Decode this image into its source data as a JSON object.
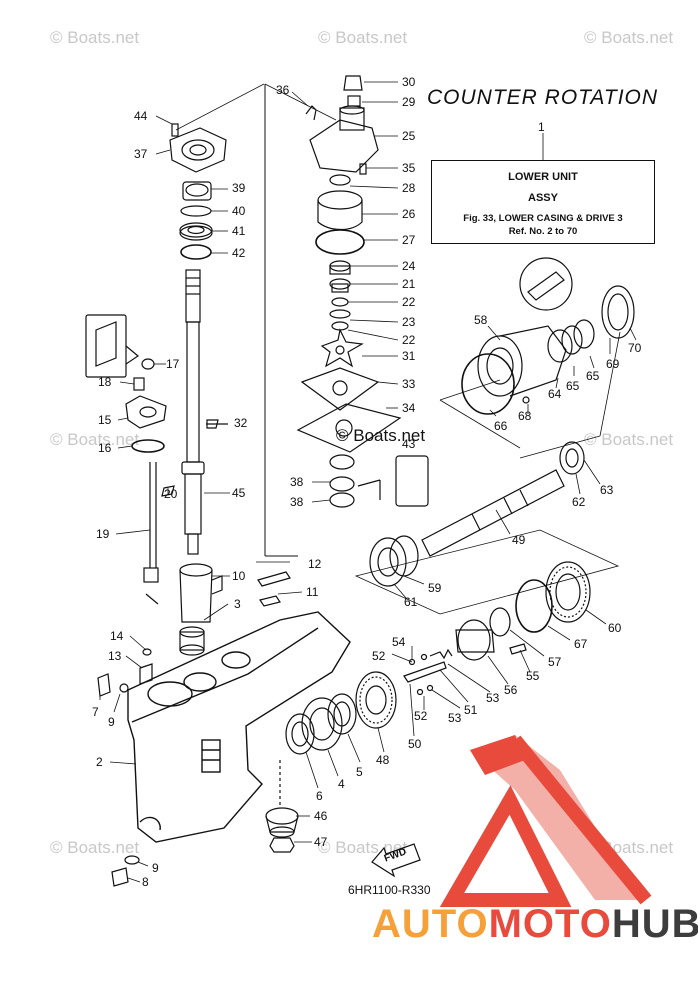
{
  "title": "COUNTER  ROTATION",
  "watermarks": [
    "© Boats.net",
    "© Boats.net",
    "© Boats.net",
    "© Boats.net",
    "© Boats.net",
    "© Boats.net",
    "© Boats.net",
    "© Boats.net"
  ],
  "center_watermark": "© Boats.net",
  "reference_box": {
    "part_no": "1",
    "line1": "LOWER UNIT",
    "line2": "ASSY",
    "line3": "Fig. 33, LOWER CASING & DRIVE 3",
    "line4": "Ref. No. 2 to 70"
  },
  "drawing_code": "6HR1100-R330",
  "fwd_label": "FWD",
  "brand": {
    "part1": "AUTO",
    "part2": "MOTO",
    "part3": "HUB"
  },
  "colors": {
    "logo_red": "#e84a3c",
    "logo_pink": "#f2b0a8",
    "logo_orange": "#f6a03a",
    "logo_dark": "#3d3d3d",
    "ink": "#111111"
  },
  "callouts": [
    {
      "label": "44"
    },
    {
      "label": "37"
    },
    {
      "label": "39"
    },
    {
      "label": "40"
    },
    {
      "label": "41"
    },
    {
      "label": "42"
    },
    {
      "label": "17"
    },
    {
      "label": "18"
    },
    {
      "label": "15"
    },
    {
      "label": "16"
    },
    {
      "label": "32"
    },
    {
      "label": "20"
    },
    {
      "label": "45"
    },
    {
      "label": "19"
    },
    {
      "label": "36"
    },
    {
      "label": "30"
    },
    {
      "label": "29"
    },
    {
      "label": "25"
    },
    {
      "label": "35"
    },
    {
      "label": "28"
    },
    {
      "label": "26"
    },
    {
      "label": "27"
    },
    {
      "label": "24"
    },
    {
      "label": "21"
    },
    {
      "label": "22"
    },
    {
      "label": "23"
    },
    {
      "label": "22"
    },
    {
      "label": "31"
    },
    {
      "label": "33"
    },
    {
      "label": "34"
    },
    {
      "label": "43"
    },
    {
      "label": "38"
    },
    {
      "label": "38"
    },
    {
      "label": "58"
    },
    {
      "label": "66"
    },
    {
      "label": "68"
    },
    {
      "label": "64"
    },
    {
      "label": "65"
    },
    {
      "label": "65"
    },
    {
      "label": "69"
    },
    {
      "label": "70"
    },
    {
      "label": "62"
    },
    {
      "label": "63"
    },
    {
      "label": "49"
    },
    {
      "label": "59"
    },
    {
      "label": "61"
    },
    {
      "label": "60"
    },
    {
      "label": "67"
    },
    {
      "label": "57"
    },
    {
      "label": "55"
    },
    {
      "label": "56"
    },
    {
      "label": "54"
    },
    {
      "label": "52"
    },
    {
      "label": "53"
    },
    {
      "label": "51"
    },
    {
      "label": "53"
    },
    {
      "label": "52"
    },
    {
      "label": "50"
    },
    {
      "label": "48"
    },
    {
      "label": "12"
    },
    {
      "label": "10"
    },
    {
      "label": "11"
    },
    {
      "label": "3"
    },
    {
      "label": "14"
    },
    {
      "label": "13"
    },
    {
      "label": "7"
    },
    {
      "label": "9"
    },
    {
      "label": "2"
    },
    {
      "label": "5"
    },
    {
      "label": "4"
    },
    {
      "label": "6"
    },
    {
      "label": "46"
    },
    {
      "label": "47"
    },
    {
      "label": "9"
    },
    {
      "label": "8"
    }
  ]
}
